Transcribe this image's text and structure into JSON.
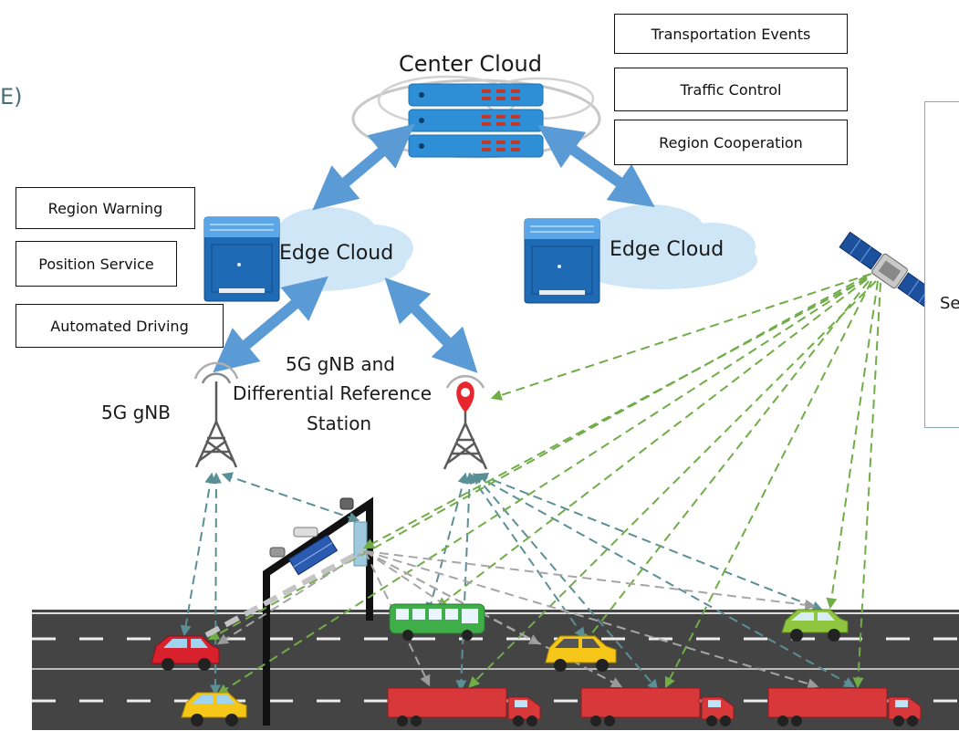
{
  "fragments": {
    "left_edge_text": "E)",
    "right_panel_text": "Se"
  },
  "center_cloud": {
    "label": "Center Cloud"
  },
  "edge_clouds": [
    {
      "label": "Edge Cloud"
    },
    {
      "label": "Edge Cloud"
    }
  ],
  "center_services": [
    "Transportation Events",
    "Traffic Control",
    "Region Cooperation"
  ],
  "edge_services": [
    "Region Warning",
    "Position Service",
    "Automated Driving"
  ],
  "stations": {
    "gnb": "5G gNB",
    "gnb_diff_line1": "5G gNB and",
    "gnb_diff_line2": "Differential Reference",
    "gnb_diff_line3": "Station"
  },
  "colors": {
    "cloud": "#cfe6f7",
    "server": "#2e8fd6",
    "arrow": "#5b9bd5",
    "cell_link": "#5b8f96",
    "gnss_link": "#70ad47",
    "v2x_link": "#a6a6a6",
    "road": "#404040",
    "car_red": "#d9212e",
    "car_yellow": "#f5c518",
    "car_green": "#8fc63f",
    "bus": "#3fae49",
    "truck": "#d9383b"
  },
  "icons": [
    "server-rack-icon",
    "satellite-icon",
    "cell-tower-icon",
    "location-pin-icon",
    "camera-icon",
    "rsu-icon",
    "car-icon",
    "bus-icon",
    "truck-icon"
  ]
}
